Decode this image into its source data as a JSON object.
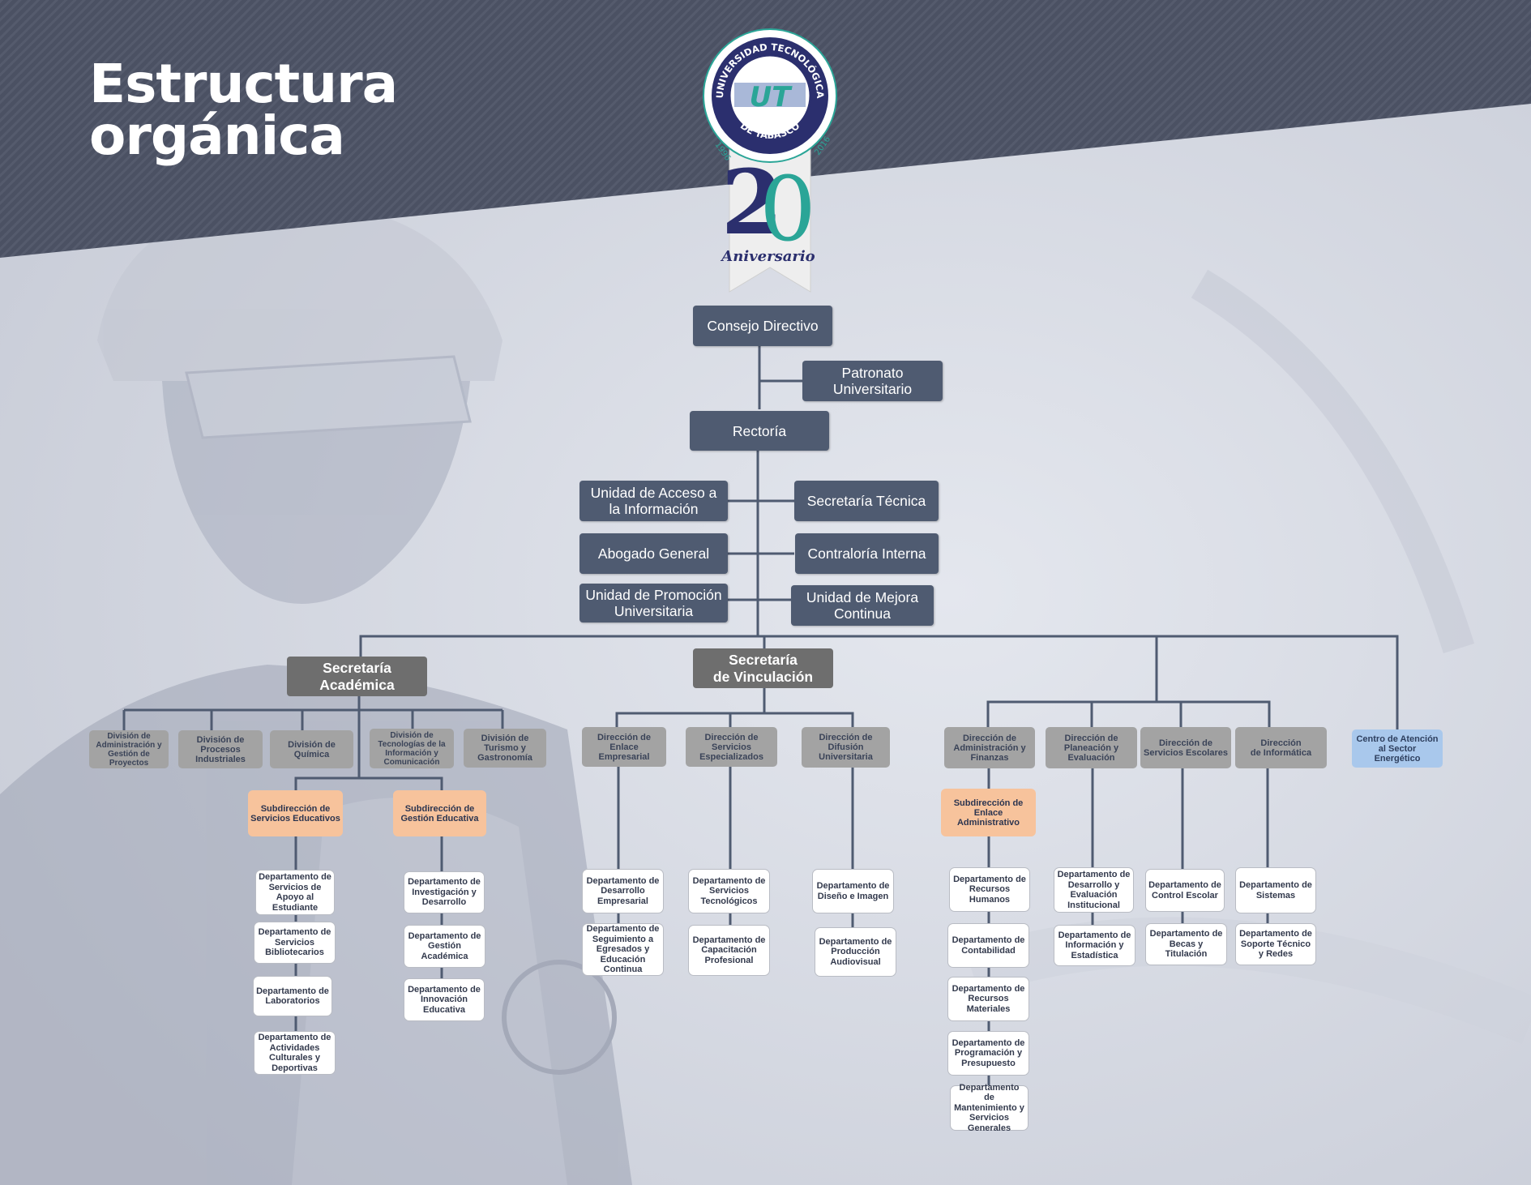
{
  "title": {
    "line1": "Estructura",
    "line2": "orgánica"
  },
  "logo": {
    "arc_top": "UNIVERSIDAD TECNOLÓGICA",
    "arc_bottom": "DE TABASCO",
    "monogram": "UT",
    "year_start": "1996",
    "year_end": "2016",
    "digit_2": "2",
    "digit_0": "0",
    "anniversary": "Aniversario"
  },
  "colors": {
    "banner": "#4b5163",
    "background": "#d9dce4",
    "top_box": "#4f5b71",
    "secretaria_box": "#6e6e6e",
    "division_box": "#a3a3a3",
    "subdireccion_box": "#f7c39c",
    "centro_box": "#a9c8ec",
    "department_box": "#ffffff",
    "lines": "#4f5b71",
    "logo_navy": "#2b2f6e",
    "logo_teal": "#2aa597"
  },
  "top": {
    "consejo": "Consejo Directivo",
    "patronato": "Patronato\nUniversitario",
    "rectoria": "Rectoría",
    "acceso": "Unidad de Acceso a\nla Información",
    "tecnica": "Secretaría Técnica",
    "abogado": "Abogado General",
    "contraloria": "Contraloría Interna",
    "promocion": "Unidad de Promoción\nUniversitaria",
    "mejora": "Unidad de Mejora\nContinua"
  },
  "academica": {
    "label": "Secretaría\nAcadémica",
    "divisions": [
      "División de\nAdministración y\nGestión de\nProyectos",
      "División de\nProcesos\nIndustriales",
      "División de\nQuímica",
      "División de\nTecnologías de la\nInformación y\nComunicación",
      "División de\nTurismo y\nGastronomía"
    ],
    "sub_servicios": "Subdirección de\nServicios Educativos",
    "sub_gestion": "Subdirección de\nGestión Educativa",
    "depts_servicios": [
      "Departamento de\nServicios de\nApoyo al\nEstudiante",
      "Departamento de\nServicios\nBibliotecarios",
      "Departamento  de\nLaboratorios",
      "Departamento  de\nActividades\nCulturales y\nDeportivas"
    ],
    "depts_gestion": [
      "Departamento  de\nInvestigación y\nDesarrollo",
      "Departamento de\nGestión\nAcadémica",
      "Departamento de\nInnovación\nEducativa"
    ]
  },
  "vinculacion": {
    "label": "Secretaría\nde Vinculación",
    "dir_enlace": "Dirección de\nEnlace\nEmpresarial",
    "dir_servicios": "Dirección de\nServicios\nEspecializados",
    "dir_difusion": "Dirección de\nDifusión\nUniversitaria",
    "depts_enlace": [
      "Departamento de\nDesarrollo\nEmpresarial",
      "Departamento de\nSeguimiento a\nEgresados y\nEducación\nContinua"
    ],
    "depts_servicios": [
      "Departamento de\nServicios\nTecnológicos",
      "Departamento de\nCapacitación\nProfesional"
    ],
    "depts_difusion": [
      "Departamento de\nDiseño e Imagen",
      "Departamento de\nProducción\nAudiovisual"
    ]
  },
  "right": {
    "dir_admin": "Dirección de\nAdministración y\nFinanzas",
    "dir_planeacion": "Dirección de\nPlaneación y\nEvaluación",
    "dir_escolares": "Dirección de\nServicios Escolares",
    "dir_informatica": "Dirección\nde Informática",
    "centro": "Centro de Atención\nal Sector Energético",
    "sub_enlace_admin": "Subdirección de\nEnlace\nAdministrativo",
    "depts_admin": [
      "Departamento de\nRecursos\nHumanos",
      "Departamento de\nContabilidad",
      "Departamento de\nRecursos\nMateriales",
      "Departamento de\nProgramación y\nPresupuesto",
      "Departamento de\nMantenimiento y\nServicios\nGenerales"
    ],
    "depts_planeacion": [
      "Departamento de\nDesarrollo y\nEvaluación\nInstitucional",
      "Departamento de\nInformación y\nEstadística"
    ],
    "depts_escolares": [
      "Departamento  de\nControl Escolar",
      "Departamento de\nBecas y\nTitulación"
    ],
    "depts_informatica": [
      "Departamento de\nSistemas",
      "Departamento de\nSoporte Técnico\ny Redes"
    ]
  }
}
